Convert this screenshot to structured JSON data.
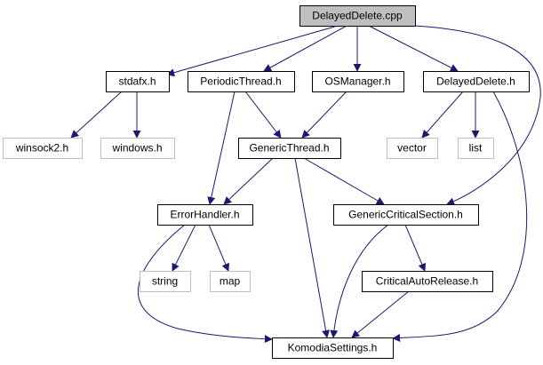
{
  "colors": {
    "edge": "#191970",
    "node_border_main": "#000000",
    "node_border_external": "#bfbfbf",
    "root_fill": "#bfbfbf",
    "node_fill": "#ffffff",
    "background": "#ffffff"
  },
  "nodes": [
    {
      "id": "delayeddelete_cpp",
      "label": "DelayedDelete.cpp",
      "kind": "root"
    },
    {
      "id": "stdafx_h",
      "label": "stdafx.h",
      "kind": "file"
    },
    {
      "id": "periodicthread_h",
      "label": "PeriodicThread.h",
      "kind": "file"
    },
    {
      "id": "osmanager_h",
      "label": "OSManager.h",
      "kind": "file"
    },
    {
      "id": "delayeddelete_h",
      "label": "DelayedDelete.h",
      "kind": "file"
    },
    {
      "id": "winsock2_h",
      "label": "winsock2.h",
      "kind": "external"
    },
    {
      "id": "windows_h",
      "label": "windows.h",
      "kind": "external"
    },
    {
      "id": "genericthread_h",
      "label": "GenericThread.h",
      "kind": "file"
    },
    {
      "id": "vector",
      "label": "vector",
      "kind": "external"
    },
    {
      "id": "list",
      "label": "list",
      "kind": "external"
    },
    {
      "id": "errorhandler_h",
      "label": "ErrorHandler.h",
      "kind": "file"
    },
    {
      "id": "genericcriticalsection_h",
      "label": "GenericCriticalSection.h",
      "kind": "file"
    },
    {
      "id": "string",
      "label": "string",
      "kind": "external"
    },
    {
      "id": "map",
      "label": "map",
      "kind": "external"
    },
    {
      "id": "criticalautorelease_h",
      "label": "CriticalAutoRelease.h",
      "kind": "file"
    },
    {
      "id": "komodiasettings_h",
      "label": "KomodiaSettings.h",
      "kind": "file"
    }
  ],
  "edges": [
    {
      "from": "delayeddelete_cpp",
      "to": "stdafx_h"
    },
    {
      "from": "delayeddelete_cpp",
      "to": "periodicthread_h"
    },
    {
      "from": "delayeddelete_cpp",
      "to": "osmanager_h"
    },
    {
      "from": "delayeddelete_cpp",
      "to": "delayeddelete_h"
    },
    {
      "from": "delayeddelete_cpp",
      "to": "genericcriticalsection_h"
    },
    {
      "from": "stdafx_h",
      "to": "winsock2_h"
    },
    {
      "from": "stdafx_h",
      "to": "windows_h"
    },
    {
      "from": "periodicthread_h",
      "to": "genericthread_h"
    },
    {
      "from": "periodicthread_h",
      "to": "errorhandler_h"
    },
    {
      "from": "osmanager_h",
      "to": "genericthread_h"
    },
    {
      "from": "delayeddelete_h",
      "to": "vector"
    },
    {
      "from": "delayeddelete_h",
      "to": "list"
    },
    {
      "from": "delayeddelete_h",
      "to": "komodiasettings_h"
    },
    {
      "from": "genericthread_h",
      "to": "errorhandler_h"
    },
    {
      "from": "genericthread_h",
      "to": "genericcriticalsection_h"
    },
    {
      "from": "genericthread_h",
      "to": "komodiasettings_h"
    },
    {
      "from": "errorhandler_h",
      "to": "string"
    },
    {
      "from": "errorhandler_h",
      "to": "map"
    },
    {
      "from": "errorhandler_h",
      "to": "komodiasettings_h"
    },
    {
      "from": "genericcriticalsection_h",
      "to": "criticalautorelease_h"
    },
    {
      "from": "genericcriticalsection_h",
      "to": "komodiasettings_h"
    },
    {
      "from": "criticalautorelease_h",
      "to": "komodiasettings_h"
    }
  ]
}
